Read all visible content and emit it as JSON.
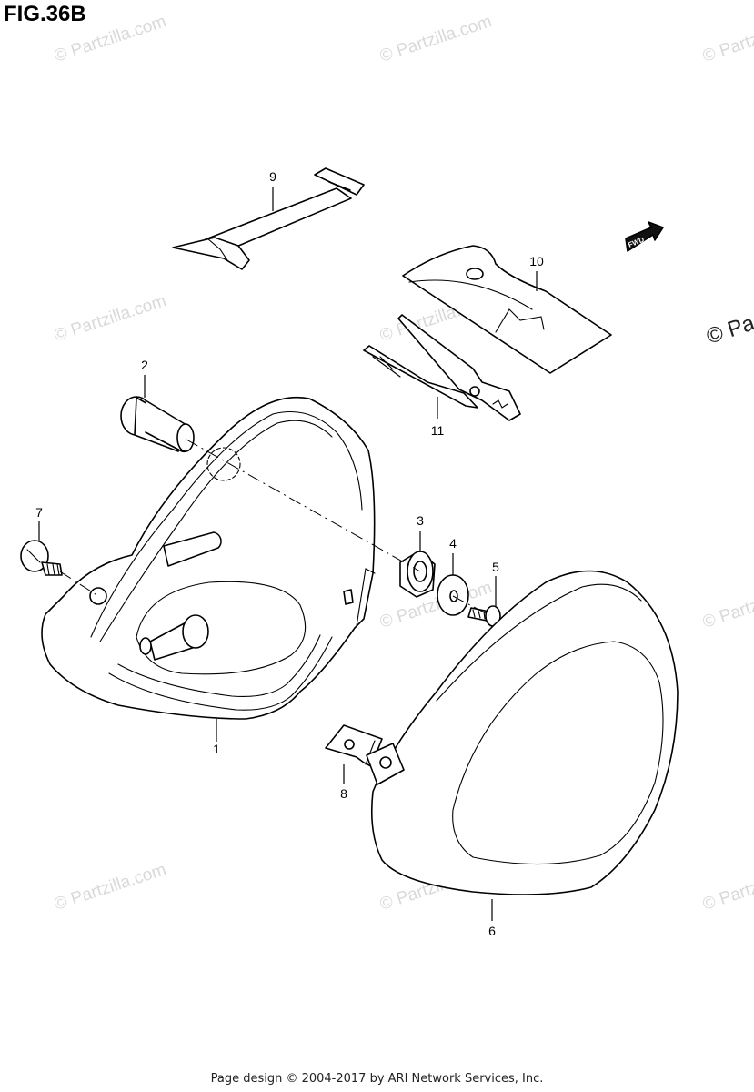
{
  "figure": {
    "title": "FIG.36B",
    "fwd_label": "FWD"
  },
  "callouts": [
    {
      "id": "1",
      "label": "1"
    },
    {
      "id": "2",
      "label": "2"
    },
    {
      "id": "3",
      "label": "3"
    },
    {
      "id": "4",
      "label": "4"
    },
    {
      "id": "5",
      "label": "5"
    },
    {
      "id": "6",
      "label": "6"
    },
    {
      "id": "7",
      "label": "7"
    },
    {
      "id": "8",
      "label": "8"
    },
    {
      "id": "9",
      "label": "9"
    },
    {
      "id": "10",
      "label": "10"
    },
    {
      "id": "11",
      "label": "11"
    }
  ],
  "watermark": {
    "text": "© Partzilla.com",
    "edge_text": "© Pa"
  },
  "footer": {
    "text": "Page design © 2004-2017 by ARI Network Services, Inc."
  }
}
